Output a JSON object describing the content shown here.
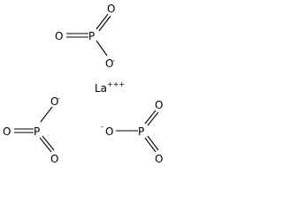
{
  "molecule": {
    "phosphite_top": {
      "o_left": "O",
      "p": "P",
      "o_up": "O",
      "o_down": "O",
      "o_down_charge": "-"
    },
    "phosphite_left": {
      "o_up": "O",
      "o_up_charge": "-",
      "o_left": "O",
      "p": "P",
      "o_down": "O"
    },
    "phosphite_right": {
      "o_left": "O",
      "o_left_charge": "-",
      "p": "P",
      "o_up": "O",
      "o_down": "O"
    },
    "metal": {
      "symbol": "La",
      "charge": "+++"
    }
  }
}
